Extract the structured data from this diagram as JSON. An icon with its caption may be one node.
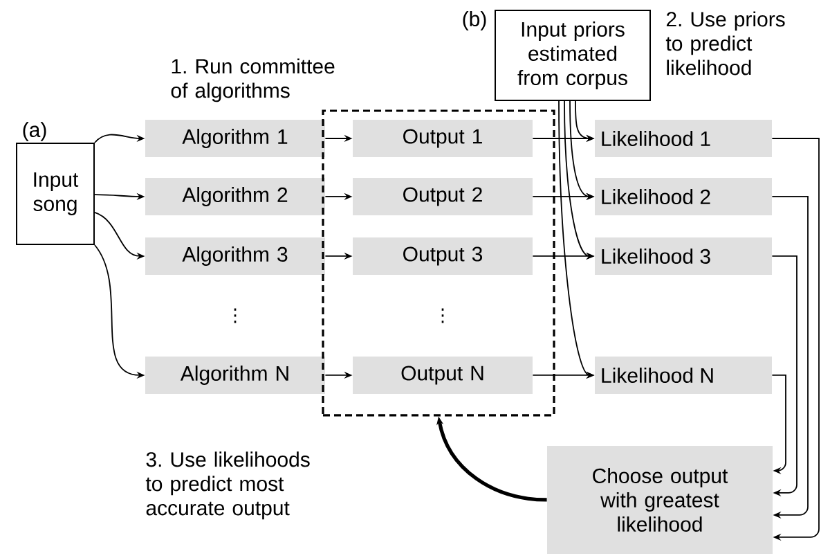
{
  "diagram": {
    "nodes": [
      {
        "text": [
          "Input priors estimated from corpus"
        ],
        "beside": [
          "(b)"
        ]
      },
      {
        "text": [
          "Input song"
        ],
        "beside": [
          "(a)"
        ]
      },
      {
        "text": [
          "Algorithm 1"
        ]
      },
      {
        "text": [
          "Algorithm 2"
        ]
      },
      {
        "text": [
          "Algorithm 3"
        ]
      },
      {
        "text": [
          "Algorithm N"
        ]
      },
      {
        "text": [],
        "shape": "box"
      },
      {
        "text": [
          "Output 1"
        ],
        "in": 6
      },
      {
        "text": [
          "Output 2"
        ],
        "in": 6
      },
      {
        "text": [
          "Output 3"
        ],
        "in": 6
      },
      {
        "text": [
          "Output N"
        ],
        "in": 6
      },
      {
        "text": [
          "Likelihood 1"
        ]
      },
      {
        "text": [
          "Likelihood 2"
        ]
      },
      {
        "text": [
          "Likelihood 3"
        ]
      },
      {
        "text": [
          "Likelihood N"
        ]
      },
      {
        "text": [
          "Choose output with greatest likelihood"
        ]
      }
    ],
    "edges": [
      {
        "from": 1,
        "to": 2,
        "arrow": "to"
      },
      {
        "from": 1,
        "to": 3,
        "arrow": "to"
      },
      {
        "from": 1,
        "to": 4,
        "arrow": "to"
      },
      {
        "from": 1,
        "to": 5,
        "arrow": "to"
      },
      {
        "from": 2,
        "to": 7,
        "arrow": "to"
      },
      {
        "from": 3,
        "to": 8,
        "arrow": "to"
      },
      {
        "from": 4,
        "to": 9,
        "arrow": "to"
      },
      {
        "from": 5,
        "to": 10,
        "arrow": "to"
      },
      {
        "from": 7,
        "to": 11,
        "arrow": "to"
      },
      {
        "from": 8,
        "to": 12,
        "arrow": "to"
      },
      {
        "from": 9,
        "to": 13,
        "arrow": "to"
      },
      {
        "from": 10,
        "to": 14,
        "arrow": "to"
      },
      {
        "from": 0,
        "to": 11,
        "arrow": "to"
      },
      {
        "from": 0,
        "to": 12,
        "arrow": "to"
      },
      {
        "from": 0,
        "to": 13,
        "arrow": "to"
      },
      {
        "from": 0,
        "to": 14,
        "arrow": "to"
      },
      {
        "from": 11,
        "to": 15,
        "arrow": "to"
      },
      {
        "from": 12,
        "to": 15,
        "arrow": "to"
      },
      {
        "from": 13,
        "to": 15,
        "arrow": "to"
      },
      {
        "from": 14,
        "to": 15,
        "arrow": "to"
      },
      {
        "from": 15,
        "to": 6,
        "arrow": "to",
        "style": "thick"
      }
    ],
    "labels": [
      "1. Run committee of algorithms",
      "2. Use priors to predict likelihood",
      "⋮",
      "⋮",
      "3. Use likelihoods to predict most accurate output"
    ]
  }
}
